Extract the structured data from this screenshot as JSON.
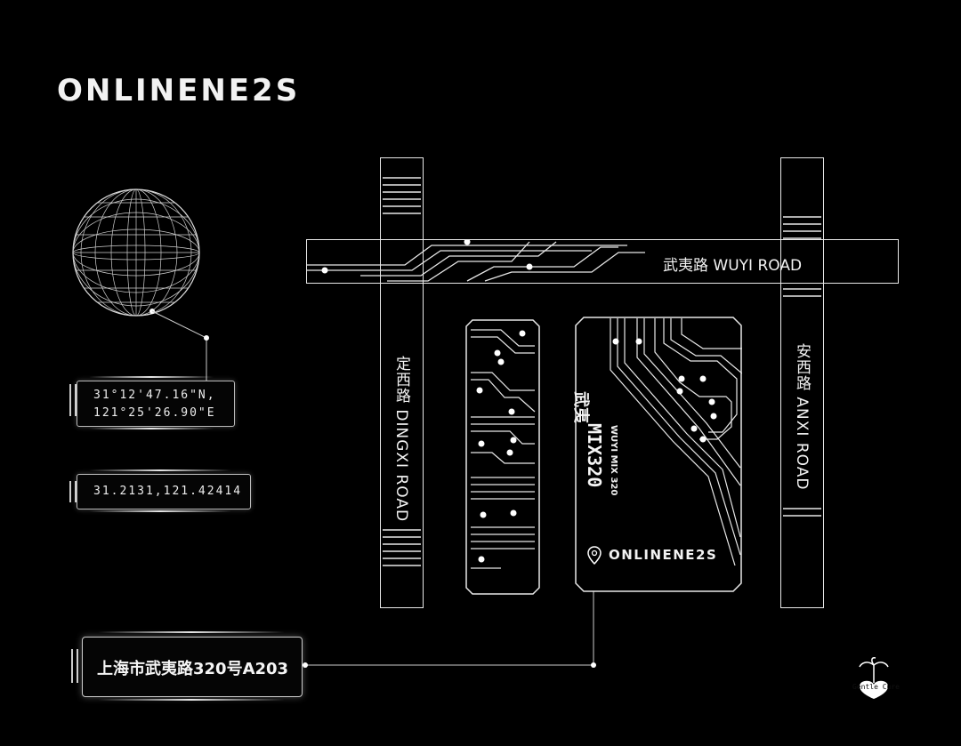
{
  "brand": "ONLINENE2S",
  "roads": {
    "wuyi": "武夷路  WUYI ROAD",
    "dingxi": "定西路  DINGXI ROAD",
    "anxi": "安西路  ANXI ROAD"
  },
  "venue": {
    "name_cn": "武夷",
    "name_en_small": "WUYI MIX 320",
    "name_en_big": "MIX320",
    "pin_brand": "ONLINENE2S"
  },
  "coords": {
    "dms_lat": "31°12'47.16\"N,",
    "dms_lon": "121°25'26.90\"E",
    "decimal": "31.2131,121.42414"
  },
  "address": "上海市武夷路320号A203",
  "watermark": "Gentle Cure",
  "colors": {
    "background": "#000000",
    "line": "#e8e8e8"
  }
}
